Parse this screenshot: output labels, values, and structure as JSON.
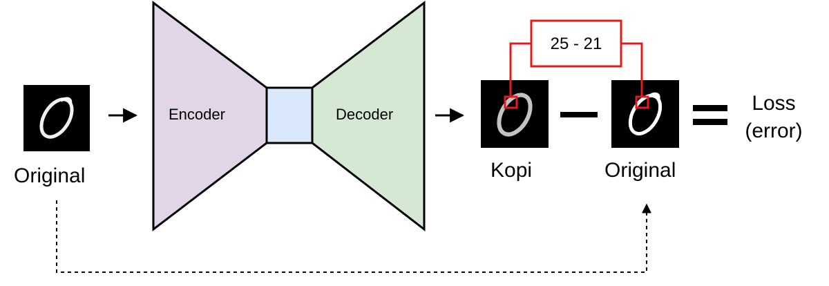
{
  "diagram": {
    "encoder_label": "Encoder",
    "decoder_label": "Decoder",
    "input_label": "Original",
    "copy_label": "Kopi",
    "target_label": "Original",
    "difference_label": "25 - 21",
    "result_line1": "Loss",
    "result_line2": "(error)",
    "colors": {
      "encoder_fill": "#e1d5e7",
      "bottleneck_fill": "#dae8fc",
      "decoder_fill": "#d5e8d4",
      "highlight": "#e31b1b",
      "stroke": "#000000"
    }
  }
}
